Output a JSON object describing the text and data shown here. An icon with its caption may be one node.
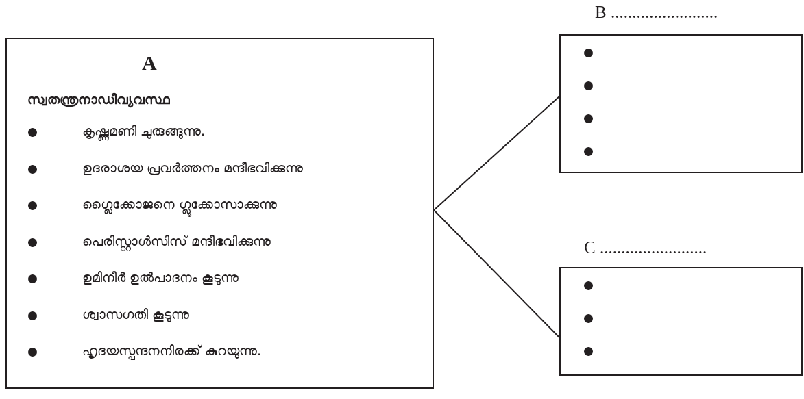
{
  "diagram": {
    "nodes": [
      {
        "text": [
          "A",
          "സ്വതന്ത്രനാഡീവ്യവസ്ഥ",
          "കൃഷ്ണമണി ചുരുങ്ങുന്നു.",
          "ഉദരാശയ പ്രവർത്തനം മന്ദീഭവിക്കുന്നു",
          "ഗ്ലൈക്കോജനെ ഗ്ലൂക്കോസാക്കുന്നു",
          "പെരിസ്റ്റാൾസിസ് മന്ദീഭവിക്കുന്നു",
          "ഉമിനീർ ഉൽപാദനം കൂടുന്നു",
          "ശ്വാസഗതി കൂടുന്നു",
          "ഹൃദയസ്പന്ദനനിരക്ക് കുറയുന്നു."
        ]
      },
      {
        "text": [
          "B ........................."
        ]
      },
      {
        "text": [
          "C ........................."
        ]
      }
    ],
    "edges": [
      {
        "from": 0,
        "to": 1,
        "arrow": "none"
      },
      {
        "from": 0,
        "to": 2,
        "arrow": "none"
      }
    ]
  }
}
